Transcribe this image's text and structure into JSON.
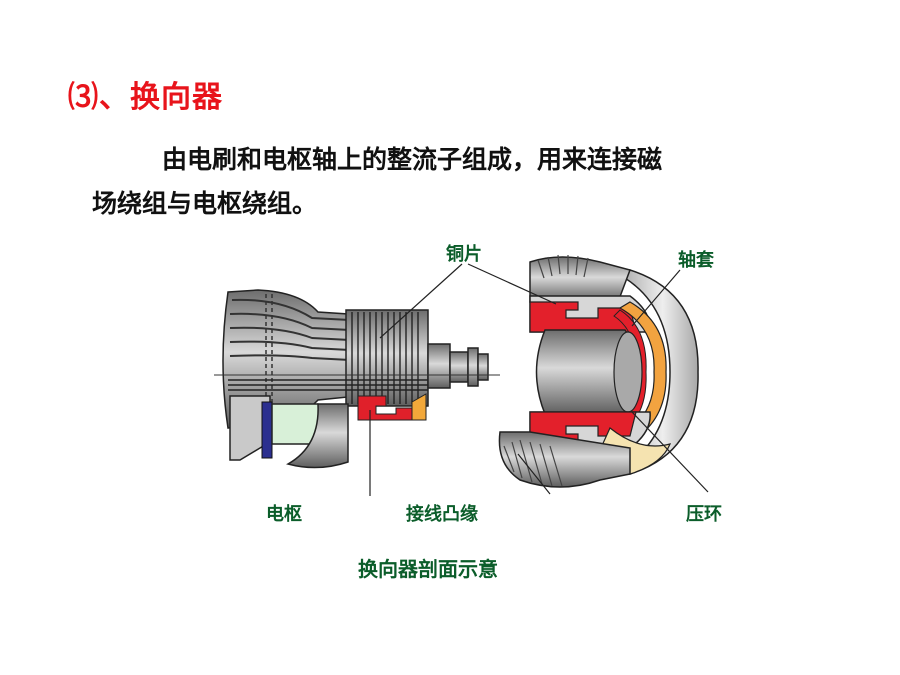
{
  "section": {
    "heading": "⑶、换向器"
  },
  "body_text": {
    "line1": "由电刷和电枢轴上的整流子组成，用来连接磁",
    "line2": "场绕组与电枢绕组。"
  },
  "diagram": {
    "labels": {
      "copper_segment": "铜片",
      "shaft_sleeve": "轴套",
      "armature": "电枢",
      "wiring_flange": "接线凸缘",
      "press_ring": "压环"
    },
    "caption": "换向器剖面示意"
  }
}
